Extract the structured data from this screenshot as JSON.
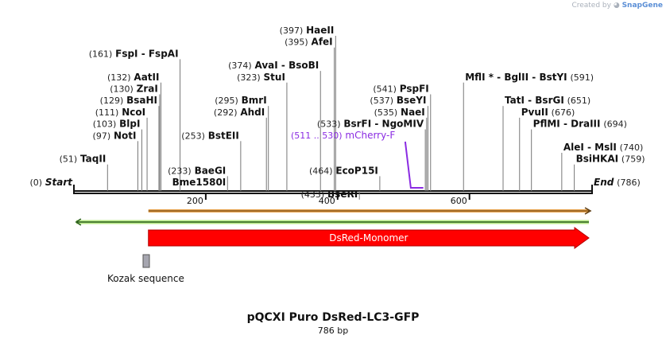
{
  "credit": {
    "text": "Created by",
    "brand": "SnapGene"
  },
  "plasmid": {
    "name": "pQCXI Puro DsRed-LC3-GFP",
    "length_label": "786 bp",
    "length": 786
  },
  "ruler": {
    "ticks": [
      200,
      400,
      600
    ]
  },
  "features": {
    "dsred": {
      "label": "DsRed-Monomer",
      "start": 113,
      "end": 786,
      "color": "#ff0000"
    },
    "orange_orf": {
      "start": 113,
      "end": 786,
      "color": "#e8a24a"
    },
    "green_orf": {
      "start": 1,
      "end": 786,
      "color": "#2f9e2f"
    },
    "kozak": {
      "label": "Kozak sequence",
      "start": 105,
      "end": 113,
      "color": "#a6a6b0"
    },
    "primer": {
      "label": "mCherry-F",
      "range": "(511 .. 530)",
      "start": 511,
      "end": 530,
      "color": "#8a2be2"
    }
  },
  "sites": [
    {
      "pos": "(0)",
      "name": "Start",
      "italic": true,
      "at": 0,
      "row": 14
    },
    {
      "pos": "(51)",
      "name": "TaqII",
      "at": 51,
      "row": 12
    },
    {
      "pos": "(97)",
      "name": "NotI",
      "at": 97,
      "row": 10
    },
    {
      "pos": "(103)",
      "name": "BlpI",
      "at": 103,
      "row": 9
    },
    {
      "pos": "(111)",
      "name": "NcoI",
      "at": 111,
      "row": 8
    },
    {
      "pos": "(129)",
      "name": "BsaHI",
      "at": 129,
      "row": 7
    },
    {
      "pos": "(130)",
      "name": "ZraI",
      "at": 130,
      "row": 6
    },
    {
      "pos": "(132)",
      "name": "AatII",
      "at": 132,
      "row": 5
    },
    {
      "pos": "(161)",
      "name": "FspI  -  FspAI",
      "at": 161,
      "row": 3
    },
    {
      "pos": "(233)",
      "name": "BaeGI",
      "at": 233,
      "row": 13
    },
    {
      "pos": "",
      "name": "Bme1580I",
      "at": 233,
      "row": 14,
      "noline": true
    },
    {
      "pos": "(253)",
      "name": "BstEII",
      "at": 253,
      "row": 10
    },
    {
      "pos": "(292)",
      "name": "AhdI",
      "at": 292,
      "row": 8
    },
    {
      "pos": "(295)",
      "name": "BmrI",
      "at": 295,
      "row": 7
    },
    {
      "pos": "(323)",
      "name": "StuI",
      "at": 323,
      "row": 5
    },
    {
      "pos": "(374)",
      "name": "AvaI  -  BsoBI",
      "at": 374,
      "row": 4
    },
    {
      "pos": "(395)",
      "name": "AfeI",
      "at": 395,
      "row": 2
    },
    {
      "pos": "(397)",
      "name": "HaeII",
      "at": 397,
      "row": 1
    },
    {
      "pos": "(533)",
      "name": "BsrFI  -  NgoMIV",
      "at": 533,
      "row": 9
    },
    {
      "pos": "(464)",
      "name": "EcoP15I",
      "at": 464,
      "row": 13
    },
    {
      "pos": "(433)",
      "name": "BseRI",
      "at": 433,
      "row": 15
    },
    {
      "pos": "(535)",
      "name": "NaeI",
      "at": 535,
      "row": 8
    },
    {
      "pos": "(537)",
      "name": "BseYI",
      "at": 537,
      "row": 7
    },
    {
      "pos": "(541)",
      "name": "PspFI",
      "at": 541,
      "row": 6
    },
    {
      "pos": "(591)",
      "name": "MflI *  -  BglII  -  BstYI",
      "at": 591,
      "row": 5,
      "labelFirst": true
    },
    {
      "pos": "(651)",
      "name": "TatI  -  BsrGI",
      "at": 651,
      "row": 7,
      "labelFirst": true
    },
    {
      "pos": "(676)",
      "name": "PvuII",
      "at": 676,
      "row": 8,
      "labelFirst": true
    },
    {
      "pos": "(694)",
      "name": "PflMI  -  DraIII",
      "at": 694,
      "row": 9,
      "labelFirst": true
    },
    {
      "pos": "(740)",
      "name": "AleI  -  MslI",
      "at": 740,
      "row": 11,
      "labelFirst": true
    },
    {
      "pos": "(759)",
      "name": "BsiHKAI",
      "at": 759,
      "row": 12,
      "labelFirst": true
    },
    {
      "pos": "(786)",
      "name": "End",
      "italic": true,
      "at": 786,
      "row": 14,
      "labelFirst": true
    }
  ]
}
